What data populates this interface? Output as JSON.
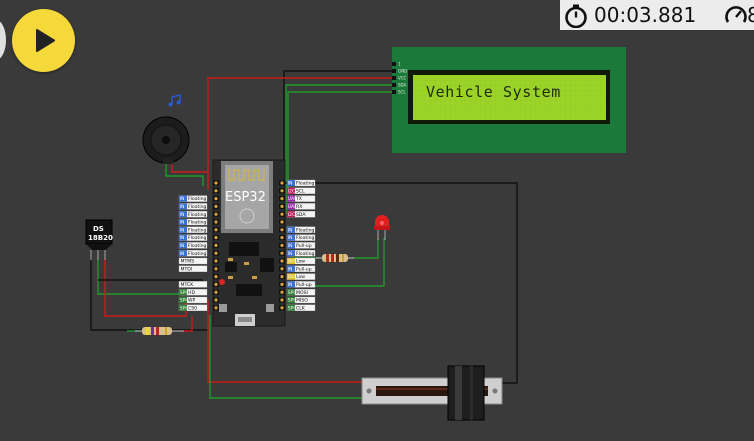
{
  "sim": {
    "play_label": "Start simulation",
    "timer": "00:03.881",
    "speed_partial": "8"
  },
  "lcd": {
    "text": "Vehicle System",
    "pins": [
      "1",
      "GND",
      "VCC",
      "SDA",
      "SCL"
    ]
  },
  "esp32": {
    "name": "ESP32",
    "right_pins": [
      {
        "mode": "IN",
        "state": "Floating"
      },
      {
        "mode": "I2C",
        "state": "SCL"
      },
      {
        "mode": "UART0",
        "state": "TX"
      },
      {
        "mode": "UART0",
        "state": "RX"
      },
      {
        "mode": "I2C",
        "state": "SDA"
      },
      {
        "mode": "",
        "state": ""
      },
      {
        "mode": "IN",
        "state": "Floating"
      },
      {
        "mode": "IN",
        "state": "Floating"
      },
      {
        "mode": "IN",
        "state": "Pull-up"
      },
      {
        "mode": "IN",
        "state": "Floating"
      },
      {
        "mode": "OUT",
        "state": "Low"
      },
      {
        "mode": "IN",
        "state": "Pull-up"
      },
      {
        "mode": "OUT",
        "state": "Low"
      },
      {
        "mode": "IN",
        "state": "Pull-up"
      },
      {
        "mode": "SPI",
        "state": "MOSI"
      },
      {
        "mode": "SPI",
        "state": "MISO"
      },
      {
        "mode": "SPI",
        "state": "CLK"
      }
    ],
    "left_pins": [
      {
        "mode": "",
        "state": ""
      },
      {
        "mode": "",
        "state": ""
      },
      {
        "mode": "IN",
        "state": "Floating"
      },
      {
        "mode": "IN",
        "state": "Floating"
      },
      {
        "mode": "IN",
        "state": "Floating"
      },
      {
        "mode": "IN",
        "state": "Floating"
      },
      {
        "mode": "IN",
        "state": "Floating"
      },
      {
        "mode": "IN",
        "state": "Floating"
      },
      {
        "mode": "IN",
        "state": "Floating"
      },
      {
        "mode": "IN",
        "state": "Floating"
      },
      {
        "mode": "",
        "state": "MTMS"
      },
      {
        "mode": "",
        "state": "MTDI"
      },
      {
        "mode": "",
        "state": ""
      },
      {
        "mode": "",
        "state": "MTCK"
      },
      {
        "mode": "SPI1",
        "state": "HD"
      },
      {
        "mode": "SPI1",
        "state": "WP"
      },
      {
        "mode": "SPI1",
        "state": "CS0"
      }
    ]
  },
  "sensor": {
    "line1": "DS",
    "line2": "18B20"
  },
  "buzzer": {
    "note_icon": "music-note-icon"
  },
  "colors": {
    "background": "#3a3a3a",
    "play": "#f5d93b",
    "lcd_board": "#1b7a3a",
    "lcd_screen": "#9bd329",
    "wire_red": "#cc1b1b",
    "wire_green": "#1f9a2a",
    "wire_black": "#111111",
    "led": "#e02020"
  }
}
